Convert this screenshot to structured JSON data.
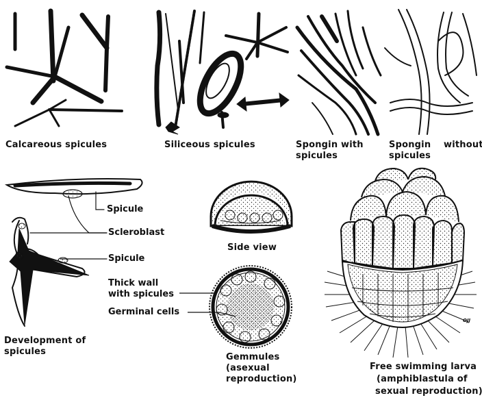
{
  "colors": {
    "ink": "#111111",
    "paper": "#ffffff"
  },
  "labels": {
    "calcareous": "Calcareous spicules",
    "siliceous": "Siliceous spicules",
    "spongin_with_1": "Spongin with",
    "spongin_with_2": "spicules",
    "spongin_without_1": "Spongin without",
    "spongin_without_2": "spicules",
    "spicule_a": "Spicule",
    "scleroblast": "Scleroblast",
    "spicule_b": "Spicule",
    "development_1": "Development of",
    "development_2": "spicules",
    "side_view": "Side view",
    "thick_wall_1": "Thick wall",
    "thick_wall_2": "with spicules",
    "germinal_cells": "Germinal cells",
    "gemmules_1": "Gemmules",
    "gemmules_2": "(asexual",
    "gemmules_3": "reproduction)",
    "larva_1": "Free swimming larva",
    "larva_2": "(amphiblastula of",
    "larva_3": "sexual reproduction)",
    "signature": "OJJ"
  }
}
